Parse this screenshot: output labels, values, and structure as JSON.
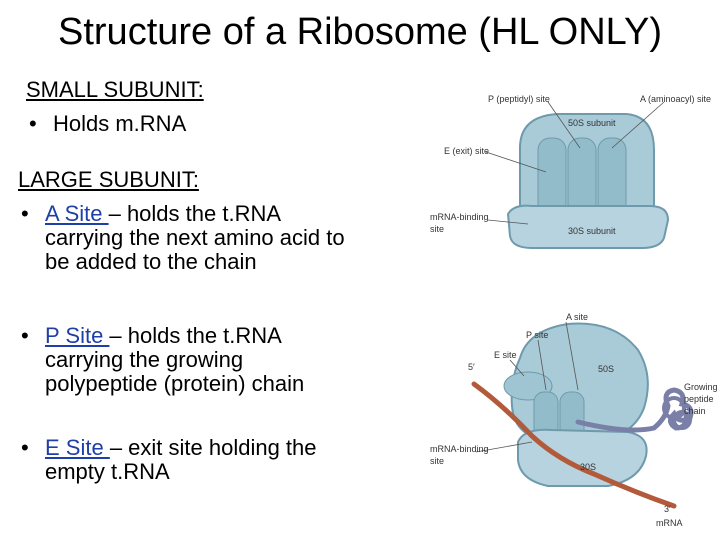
{
  "title": "Structure of a Ribosome (HL ONLY)",
  "small": {
    "heading": "SMALL SUBUNIT:",
    "bullet": "Holds m.RNA"
  },
  "large": {
    "heading": "LARGE SUBUNIT:",
    "a_site": {
      "name": "A Site ",
      "line1": " – holds the t.RNA",
      "line2": "carrying the next amino acid to",
      "line3": "be added to the chain"
    },
    "p_site": {
      "name": "P Site ",
      "line1": " – holds the t.RNA",
      "line2": "carrying the growing",
      "line3": "polypeptide (protein) chain"
    },
    "e_site": {
      "name": "E Site ",
      "line1": " – exit site holding the",
      "line2": "empty t.RNA"
    }
  },
  "bullet_glyph": "•",
  "diagram_top": {
    "p_site": "P (peptidyl) site",
    "a_site": "A (aminoacyl) site",
    "subunit_50s": "50S subunit",
    "e_site": "E (exit) site",
    "mrna_binding_1": "mRNA-binding",
    "mrna_binding_2": "site",
    "subunit_30s": "30S subunit"
  },
  "diagram_bottom": {
    "a_site": "A site",
    "p_site": "P site",
    "e_site": "E site",
    "five_prime": "5′",
    "s50": "50S",
    "growing_1": "Growing",
    "growing_2": "peptide",
    "growing_3": "chain",
    "mrna_binding_1": "mRNA-binding",
    "mrna_binding_2": "site",
    "s30": "30S",
    "three_prime": "3′",
    "mrna": "mRNA"
  },
  "colors": {
    "ribosome_fill": "#a9cbd8",
    "ribosome_stroke": "#6e9aab",
    "mrna": "#b35a3a",
    "peptide": "#7a7fa8",
    "link": "#1f3fa8"
  }
}
